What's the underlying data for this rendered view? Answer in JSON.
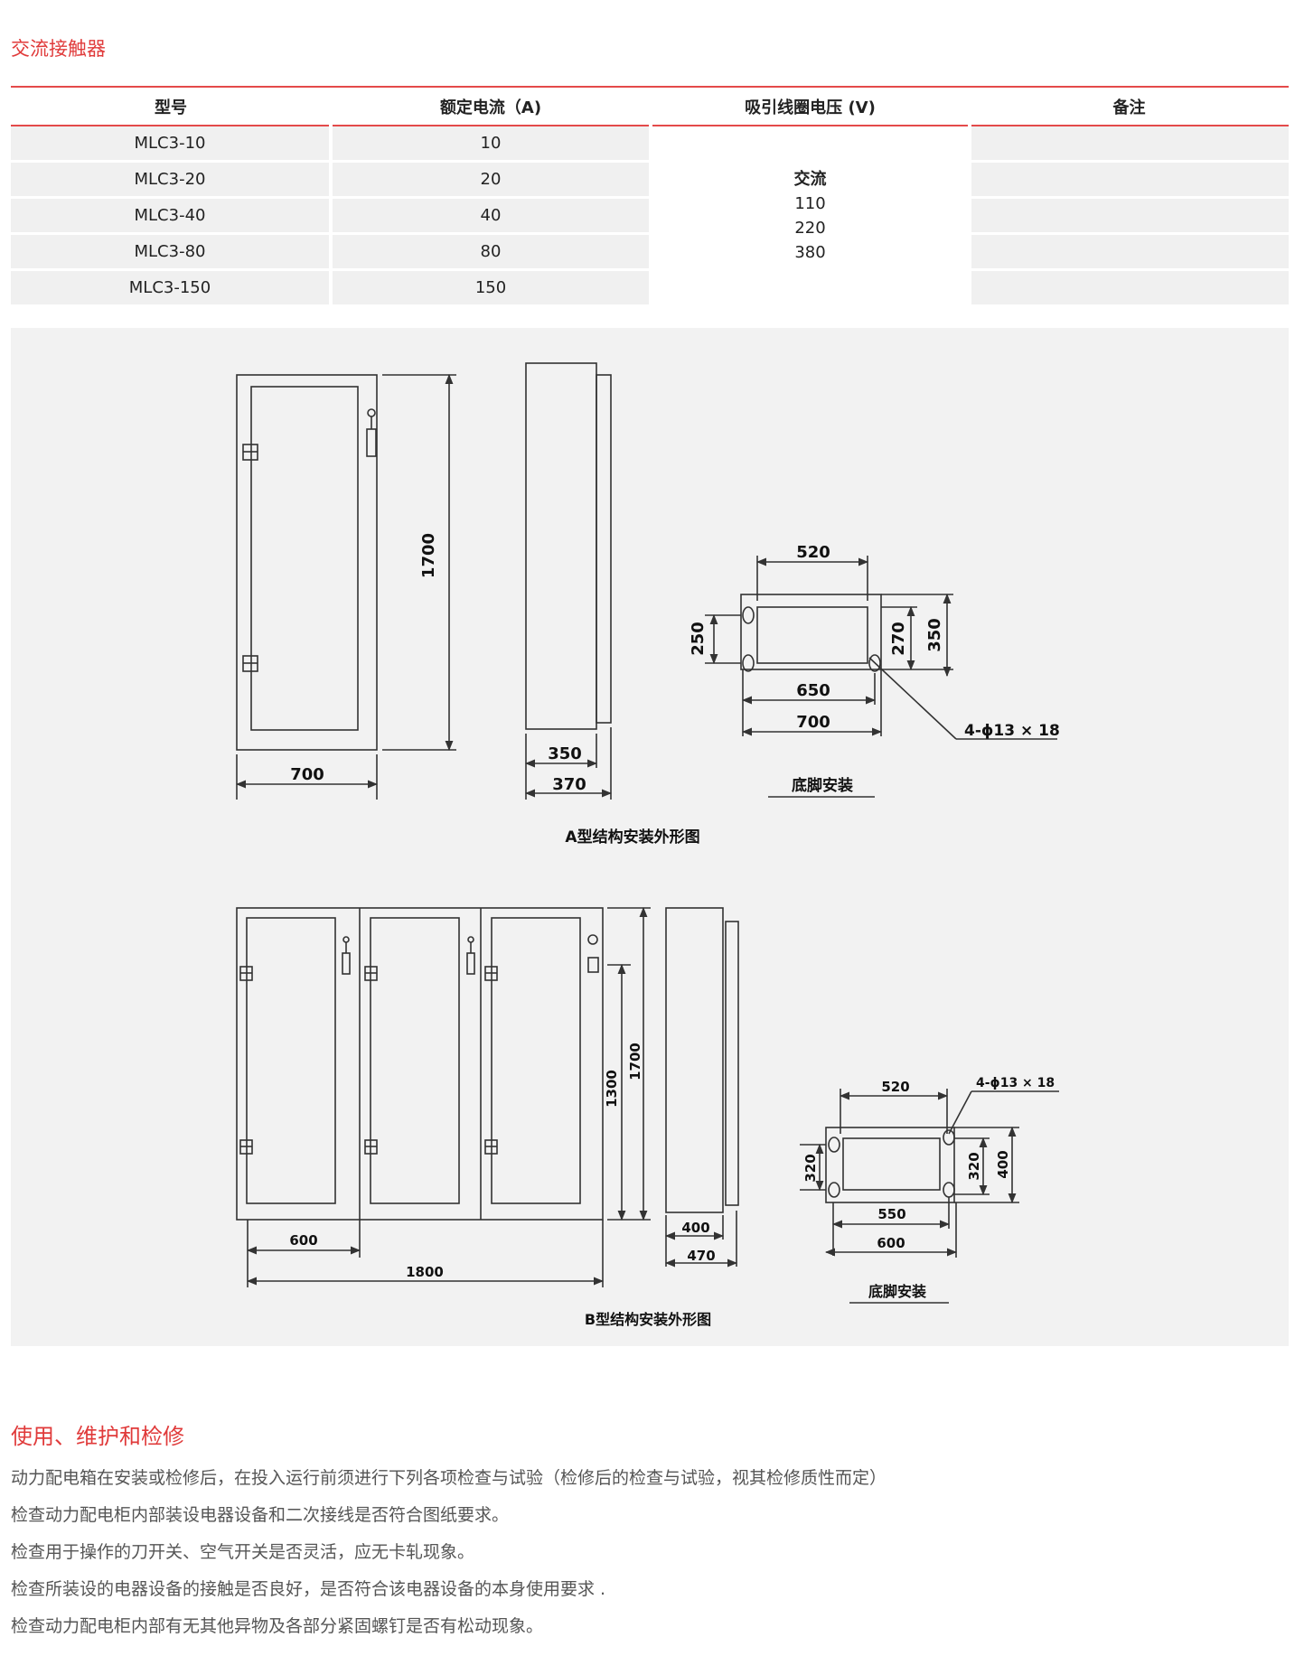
{
  "section1_title": "交流接触器",
  "table": {
    "headers": [
      "型号",
      "额定电流（A)",
      "吸引线圈电压 (V)",
      "备注"
    ],
    "rows": [
      {
        "model": "MLC3-10",
        "current": "10"
      },
      {
        "model": "MLC3-20",
        "current": "20"
      },
      {
        "model": "MLC3-40",
        "current": "40"
      },
      {
        "model": "MLC3-80",
        "current": "80"
      },
      {
        "model": "MLC3-150",
        "current": "150"
      }
    ],
    "voltage_label": "交流",
    "voltage_values": [
      "110",
      "220",
      "380"
    ]
  },
  "drawing_a": {
    "caption": "A型结构安装外形图",
    "dim_height": "1700",
    "dim_width": "700",
    "dim_depth_inner": "350",
    "dim_depth_outer": "370",
    "base_label": "底脚安装",
    "base_dims": {
      "top": "520",
      "left": "250",
      "inner_h": "270",
      "outer_h": "350",
      "inner_w": "650",
      "outer_w": "700",
      "hole": "4-ϕ13 × 18"
    }
  },
  "drawing_b": {
    "caption": "B型结构安装外形图",
    "dim_height": "1700",
    "dim_inner_height": "1300",
    "dim_door_width": "600",
    "dim_total_width": "1800",
    "dim_depth_inner": "400",
    "dim_depth_outer": "470",
    "base_label": "底脚安装",
    "base_dims": {
      "top": "520",
      "left": "320",
      "inner_h": "320",
      "outer_h": "400",
      "inner_w": "550",
      "outer_w": "600",
      "hole": "4-ϕ13 × 18"
    }
  },
  "section2_title": "使用、维护和检修",
  "paragraphs": [
    "动力配电箱在安装或检修后，在投入运行前须进行下列各项检查与试验（检修后的检查与试验，视其检修质性而定）",
    "检查动力配电柜内部装设电器设备和二次接线是否符合图纸要求。",
    "检查用于操作的刀开关、空气开关是否灵活，应无卡轧现象。",
    "检查所装设的电器设备的接触是否良好，是否符合该电器设备的本身使用要求 .",
    "检查动力配电柜内部有无其他异物及各部分紧固螺钉是否有松动现象。"
  ]
}
